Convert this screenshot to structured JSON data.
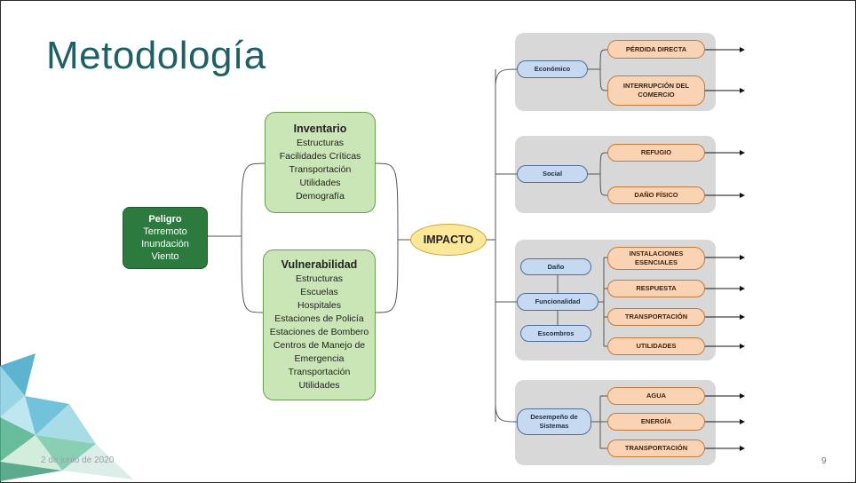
{
  "slide": {
    "title": "Metodología",
    "date": "2 de junio de 2020",
    "page_number": "9"
  },
  "peligro": {
    "title": "Peligro",
    "items": [
      "Terremoto",
      "Inundación",
      "Viento"
    ]
  },
  "inventario": {
    "title": "Inventario",
    "items": [
      "Estructuras",
      "Facilidades Críticas",
      "Transportación",
      "Utilidades",
      "Demografía"
    ]
  },
  "vulnerabilidad": {
    "title": "Vulnerabilidad",
    "items": [
      "Estructuras",
      "Escuelas",
      "Hospitales",
      "Estaciones de Policía",
      "Estaciones de Bombero",
      "Centros de Manejo de",
      "Emergencia",
      "Transportación",
      "Utilidades"
    ]
  },
  "impacto": {
    "label": "IMPACTO"
  },
  "groups": {
    "economico": {
      "label": "Económico",
      "outcomes": [
        "PÉRDIDA DIRECTA",
        "INTERRUPCIÓN DEL COMERCIO"
      ]
    },
    "social": {
      "label": "Social",
      "outcomes": [
        "REFUGIO",
        "DAÑO FÍSICO"
      ]
    },
    "funcional": {
      "labels": [
        "Daño",
        "Funcionalidad",
        "Escombros"
      ],
      "outcomes": [
        "INSTALACIONES ESENCIALES",
        "RESPUESTA",
        "TRANSPORTACIÓN",
        "UTILIDADES"
      ]
    },
    "sistemas": {
      "label": "Desempeño de Sistemas",
      "outcomes": [
        "AGUA",
        "ENERGÍA",
        "TRANSPORTACIÓN"
      ]
    }
  },
  "colors": {
    "title": "#1f5f66",
    "peligro": "#2c7a3d",
    "green_box": "#cbe6b6",
    "impacto": "#fde89a",
    "blue_pill": "#c6d9f1",
    "orange_pill": "#fad3b5",
    "group_bg": "#d8d8d8"
  }
}
